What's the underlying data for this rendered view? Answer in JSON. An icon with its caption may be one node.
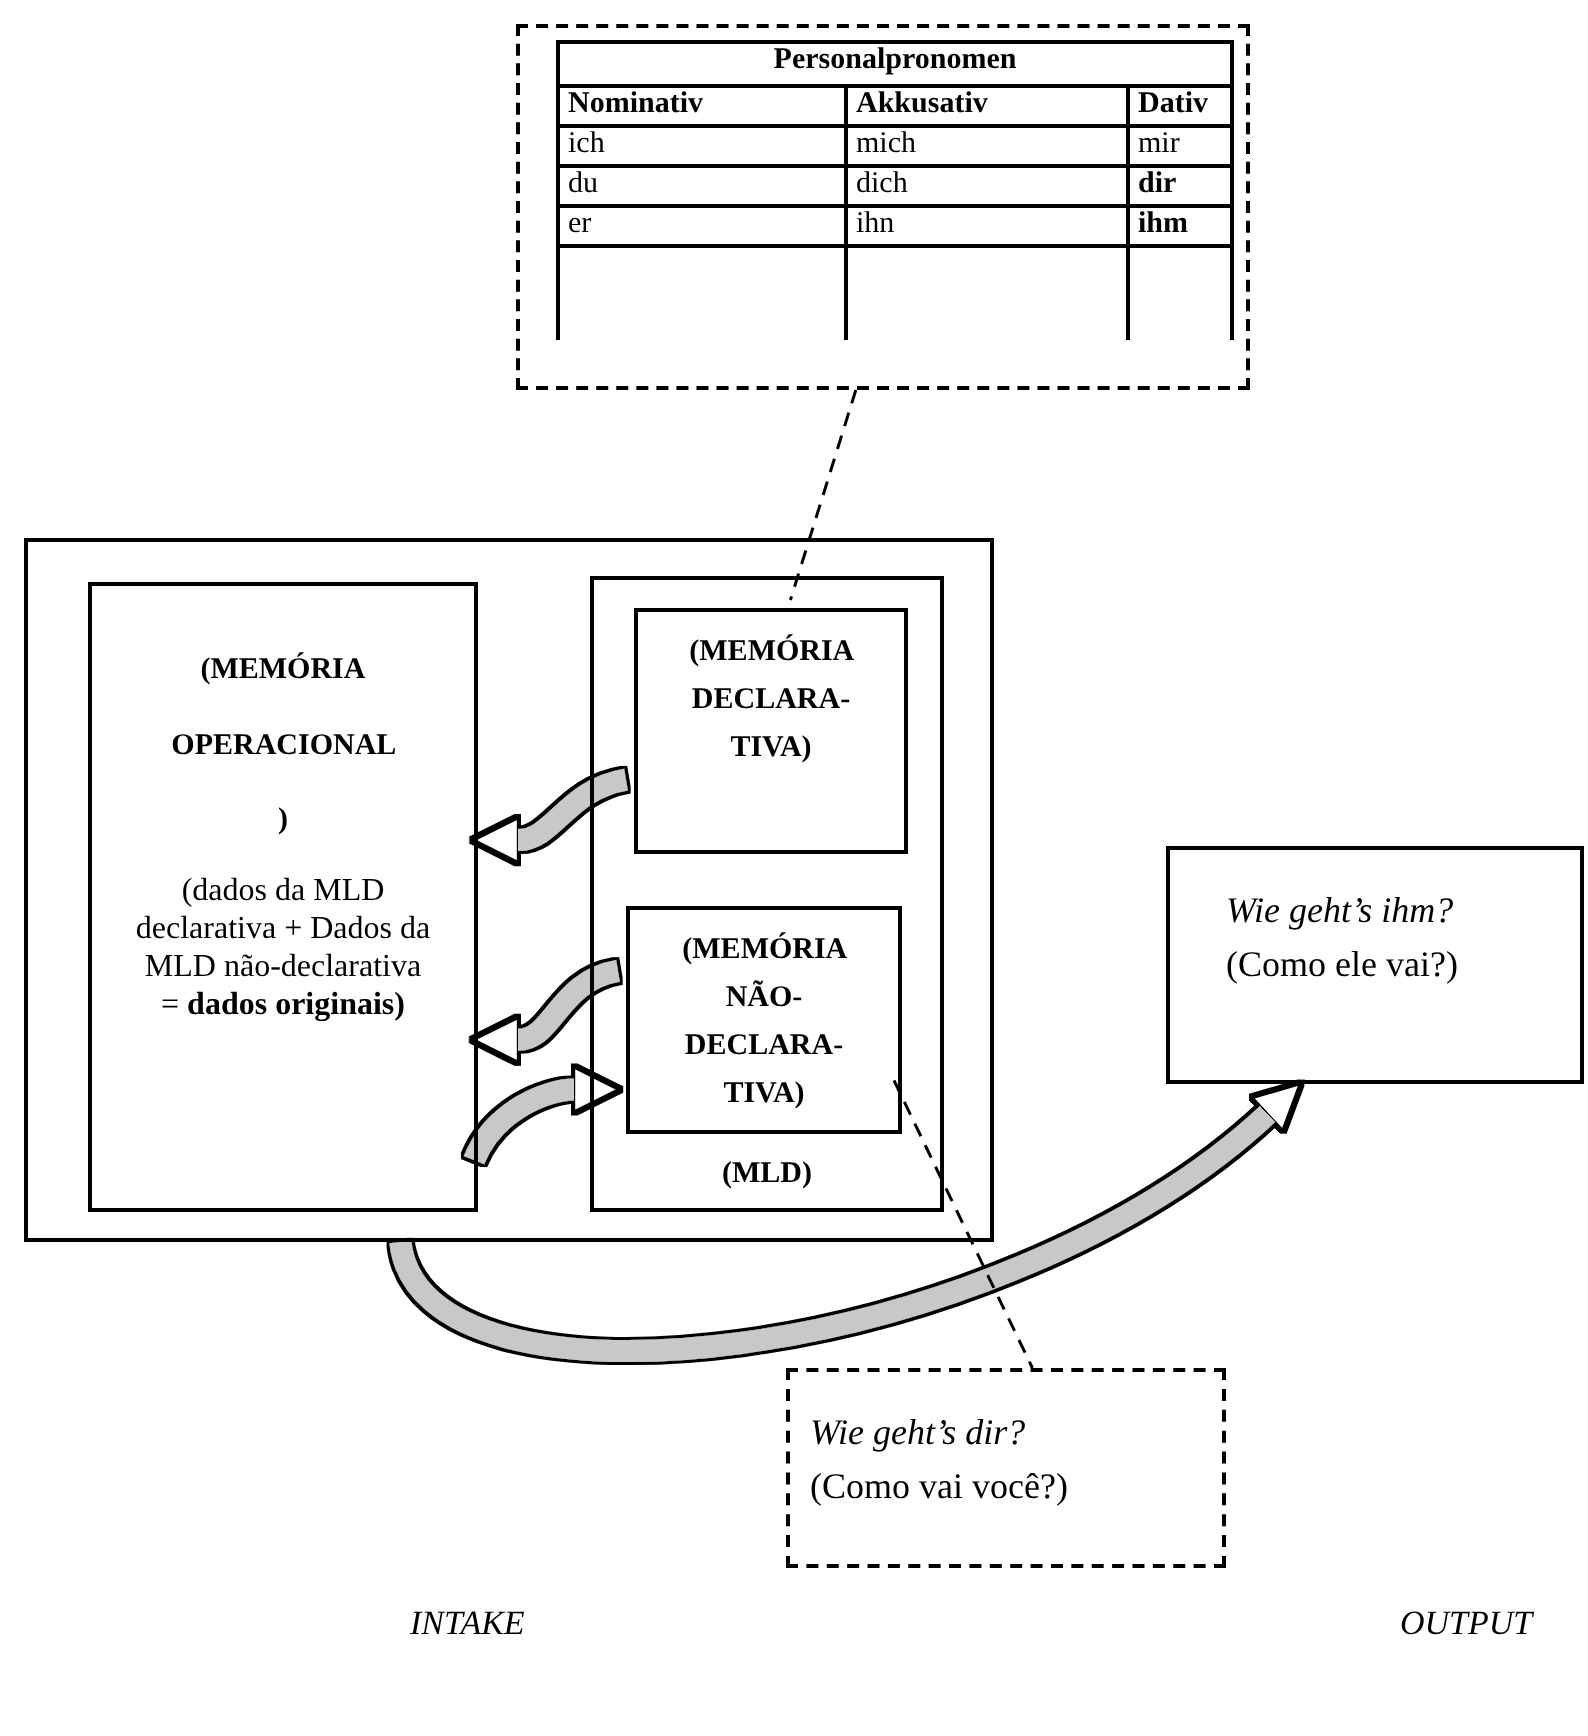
{
  "diagram": {
    "nodes": [
      {
        "text": [
          "Personalpronomen"
        ]
      },
      {
        "text": [],
        "shape": "box"
      },
      {
        "text": [
          "(MEMÓRIA OPERACIONAL )",
          "(dados da MLD declarativa + Dados da MLD não-declarativa = **dados originais)**"
        ],
        "in": 1
      },
      {
        "text": [
          "(MLD)"
        ],
        "in": 1
      },
      {
        "text": [
          "(MEMÓRIA DECLARA- TIVA)"
        ],
        "in": 3
      },
      {
        "text": [
          "(MEMÓRIA NÃO- DECLARA- TIVA)"
        ],
        "in": 3
      },
      {
        "text": [
          "Wie geht’s ihm?",
          "(Como ele vai?)"
        ]
      },
      {
        "text": [
          "Wie geht’s dir?",
          "(Como vai você?)"
        ]
      }
    ],
    "edges": [
      {
        "from": 0,
        "to": 4,
        "arrow": "none",
        "style": "dashed",
        "color": "#000000"
      },
      {
        "from": 4,
        "to": 2,
        "arrow": "to"
      },
      {
        "from": 5,
        "to": 2,
        "arrow": "to"
      },
      {
        "from": 2,
        "to": 5,
        "arrow": "to"
      },
      {
        "from": 1,
        "to": 6,
        "arrow": "to"
      },
      {
        "from": 5,
        "to": 7,
        "arrow": "none",
        "style": "dashed",
        "color": "#000000"
      }
    ],
    "labels": [
      "Nominativ",
      "Akkusativ",
      "Dativ",
      "ich",
      "mich",
      "mir",
      "du",
      "dich",
      "dir",
      "er",
      "ihn",
      "ihm",
      "INTAKE",
      "OUTPUT"
    ]
  }
}
